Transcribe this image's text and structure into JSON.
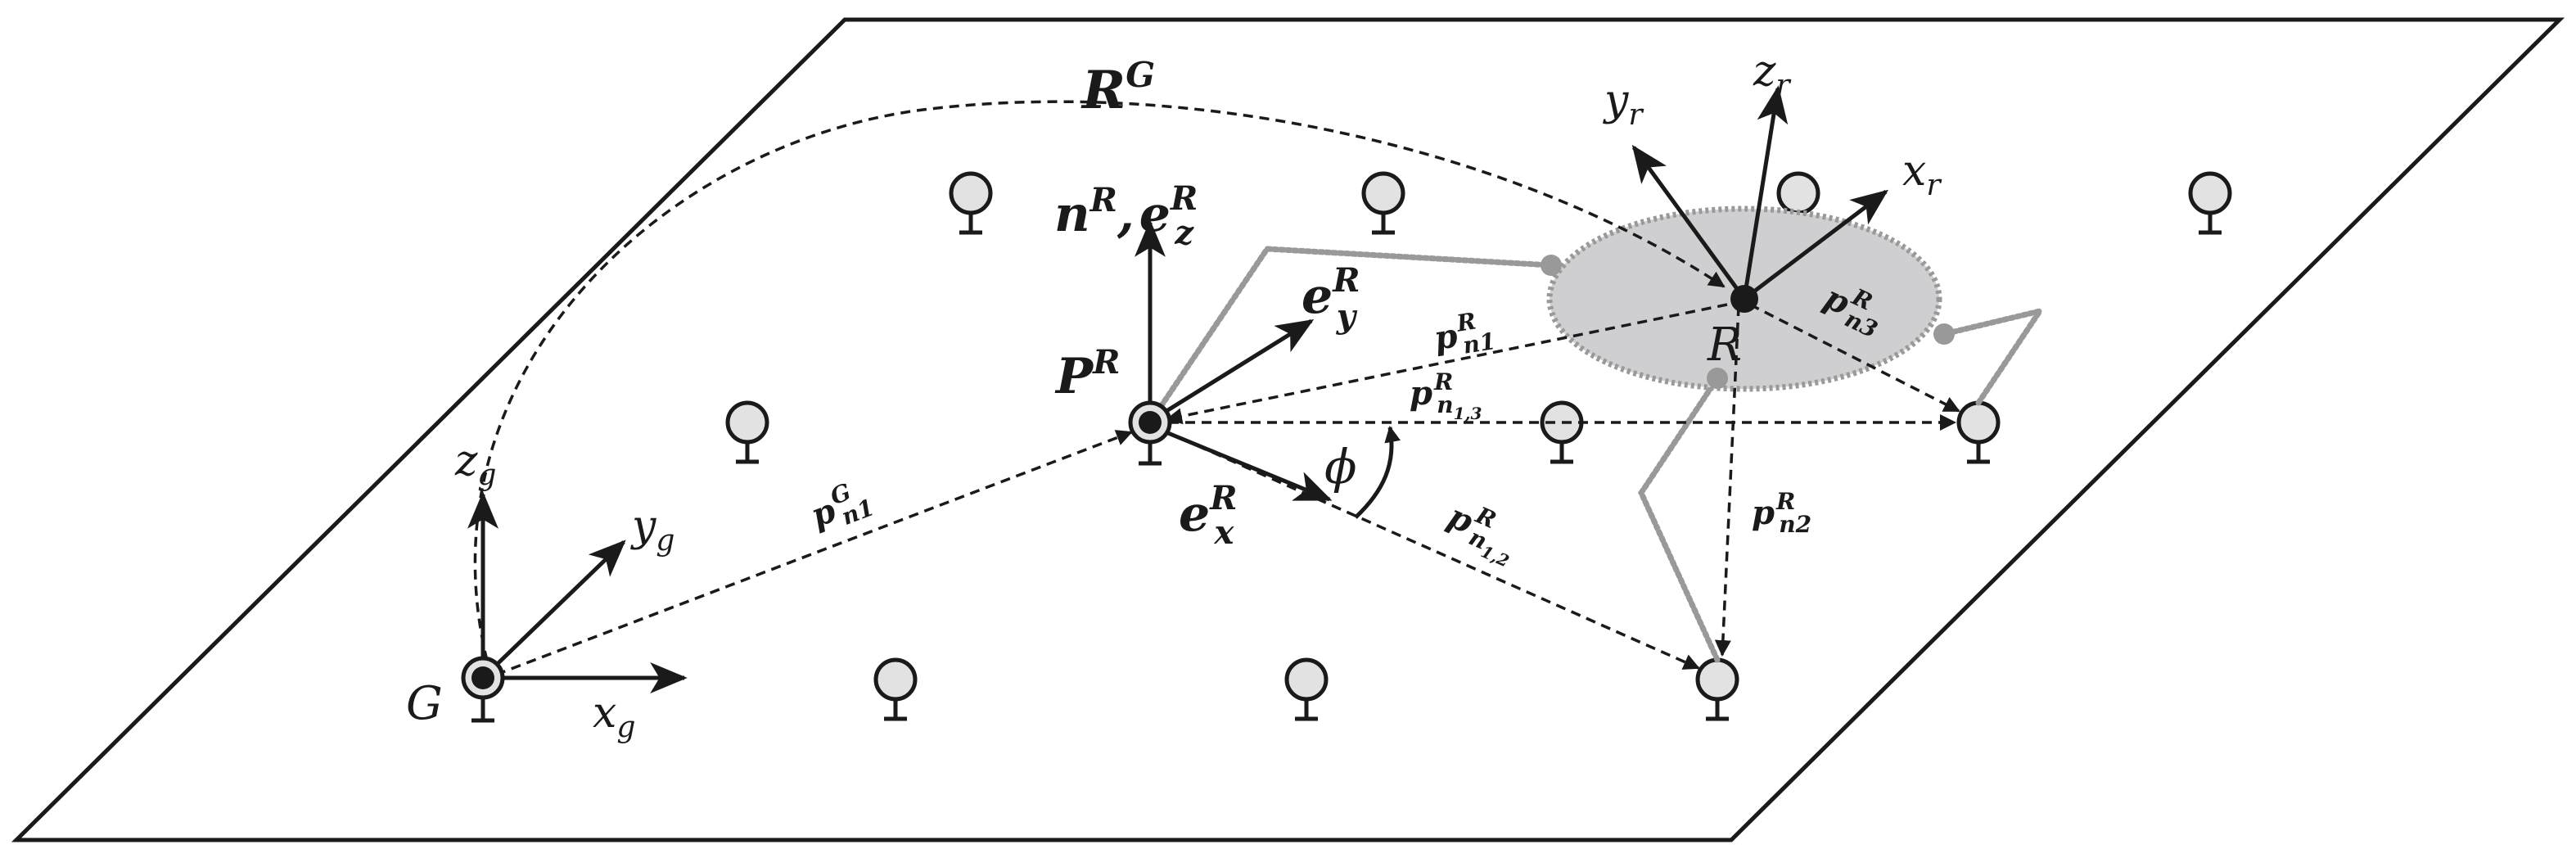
{
  "labels": {
    "frame_g_z": "z",
    "frame_g_z_sub": "g",
    "frame_g_y": "y",
    "frame_g_y_sub": "g",
    "frame_g_x": "x",
    "frame_g_x_sub": "g",
    "origin_g": "G",
    "r_g": "R",
    "r_g_sup": "G",
    "p_n1_g": "p",
    "p_n1_g_sub": "n1",
    "p_n1_g_sup": "G",
    "p_r": "P",
    "p_r_sup": "R",
    "n_r": "n",
    "n_r_sup": "R",
    "n_r_comma": ",",
    "e_z": "e",
    "e_z_sup": "R",
    "e_z_sub": "z",
    "e_y": "e",
    "e_y_sup": "R",
    "e_y_sub": "y",
    "e_x": "e",
    "e_x_sup": "R",
    "e_x_sub": "x",
    "phi": "ϕ",
    "p_n1_r": "p",
    "p_n1_r_sub": "n1",
    "p_n1_r_sup": "R",
    "p_n13": "p",
    "p_n13_sub": "n",
    "p_n13_subsub": "1,3",
    "p_n13_sup": "R",
    "p_n12": "p",
    "p_n12_sub": "n",
    "p_n12_subsub": "1,2",
    "p_n12_sup": "R",
    "p_n2": "p",
    "p_n2_sub": "n2",
    "p_n2_sup": "R",
    "p_n3": "p",
    "p_n3_sub": "n3",
    "p_n3_sup": "R",
    "origin_r": "R",
    "frame_r_x": "x",
    "frame_r_x_sub": "r",
    "frame_r_y": "y",
    "frame_r_y_sub": "r",
    "frame_r_z": "z",
    "frame_r_z_sub": "r"
  },
  "colors": {
    "ink": "#1a1a1a",
    "leg": "#999999",
    "body_fill": "#cfcfd1",
    "node_fill": "#e2e2e2"
  }
}
